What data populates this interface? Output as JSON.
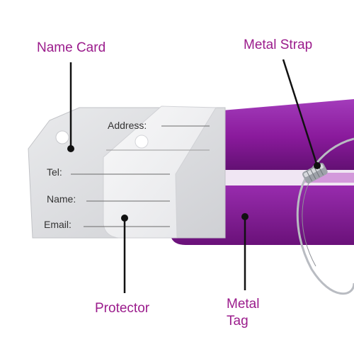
{
  "callouts": {
    "name_card": "Name Card",
    "metal_strap": "Metal Strap",
    "protector": "Protector",
    "metal_tag_line1": "Metal",
    "metal_tag_line2": "Tag"
  },
  "card_fields": {
    "address": "Address:",
    "tel": "Tel:",
    "name": "Name:",
    "email": "Email:"
  },
  "colors": {
    "callout_text": "#9b1c8c",
    "tag_purple": "#8a1a9c",
    "tag_purple_dark": "#5e0f6e",
    "card_grey": "#dcdde0",
    "protector": "#f4f4f6",
    "field_text": "#333333",
    "pointer_line": "#111111",
    "strap": "#b9bcc2"
  }
}
